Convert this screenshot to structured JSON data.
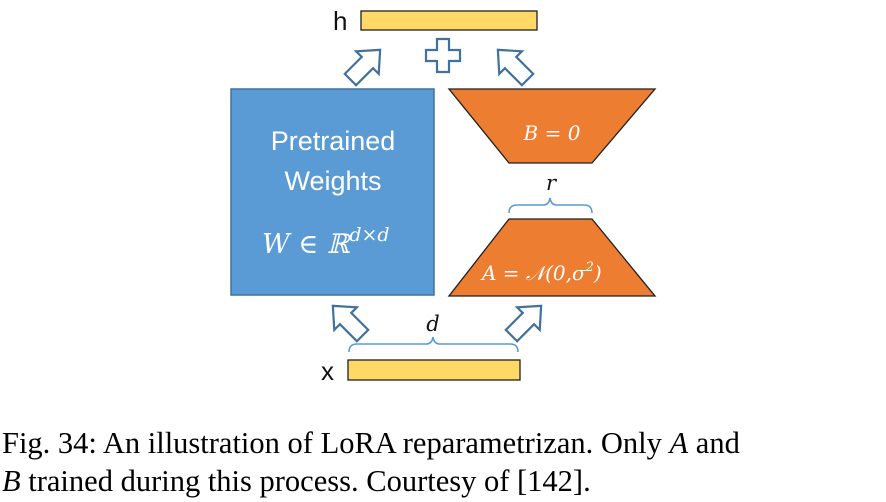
{
  "labels": {
    "h": "h",
    "x": "x",
    "pretrained_line1": "Pretrained",
    "pretrained_line2": "Weights",
    "w_main": "W ∈ ℝ",
    "w_sup": "d×d",
    "b_eq": "B = 0",
    "a_eq_main": "A = 𝒩(0,σ",
    "a_eq_sup": "2",
    "a_eq_close": ")",
    "r": "r",
    "d": "d"
  },
  "caption": {
    "line1_prefix": "Fig. 34: An illustration of LoRA reparametrizan. Only ",
    "line1_var": "A",
    "line1_suffix": " and",
    "line2_var": "B",
    "line2_suffix": " trained during this process. Courtesy of [142]."
  },
  "colors": {
    "weights_fill": "#5b9bd5",
    "weights_stroke": "#41719c",
    "trapezoid_fill": "#ed7d31",
    "trapezoid_stroke": "#1f1f1f",
    "bar_fill": "#ffd966",
    "bar_stroke": "#1f1f1f",
    "arrow_stroke": "#41719c",
    "brace_stroke": "#5b9bd5"
  }
}
